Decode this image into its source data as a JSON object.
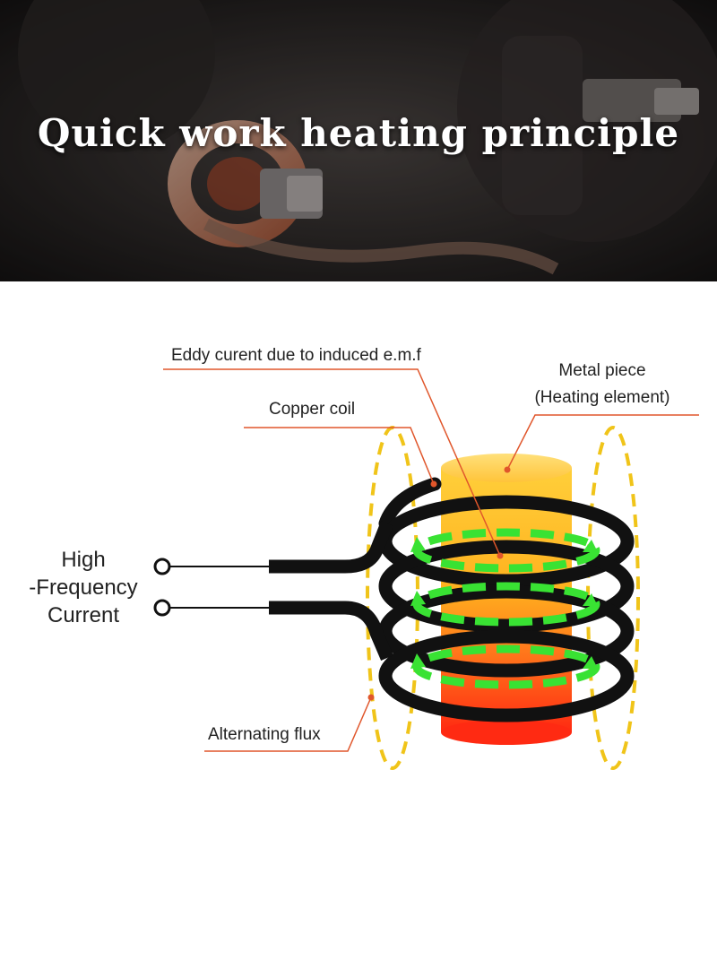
{
  "header": {
    "title": "Quick work heating principle"
  },
  "diagram": {
    "labels": {
      "eddy_current": "Eddy curent due to induced e.m.f",
      "metal_piece_line1": "Metal piece",
      "metal_piece_line2": "(Heating element)",
      "copper_coil": "Copper coil",
      "high_frequency_line1": "High",
      "high_frequency_line2": "-Frequency",
      "high_frequency_line3": "Current",
      "alternating_flux": "Alternating flux"
    },
    "colors": {
      "coil": "#111111",
      "eddy": "#39e233",
      "flux": "#f0c419",
      "leader": "#e0562b",
      "metal_top": "#ffcf3a",
      "metal_bottom": "#ff2a12"
    }
  }
}
